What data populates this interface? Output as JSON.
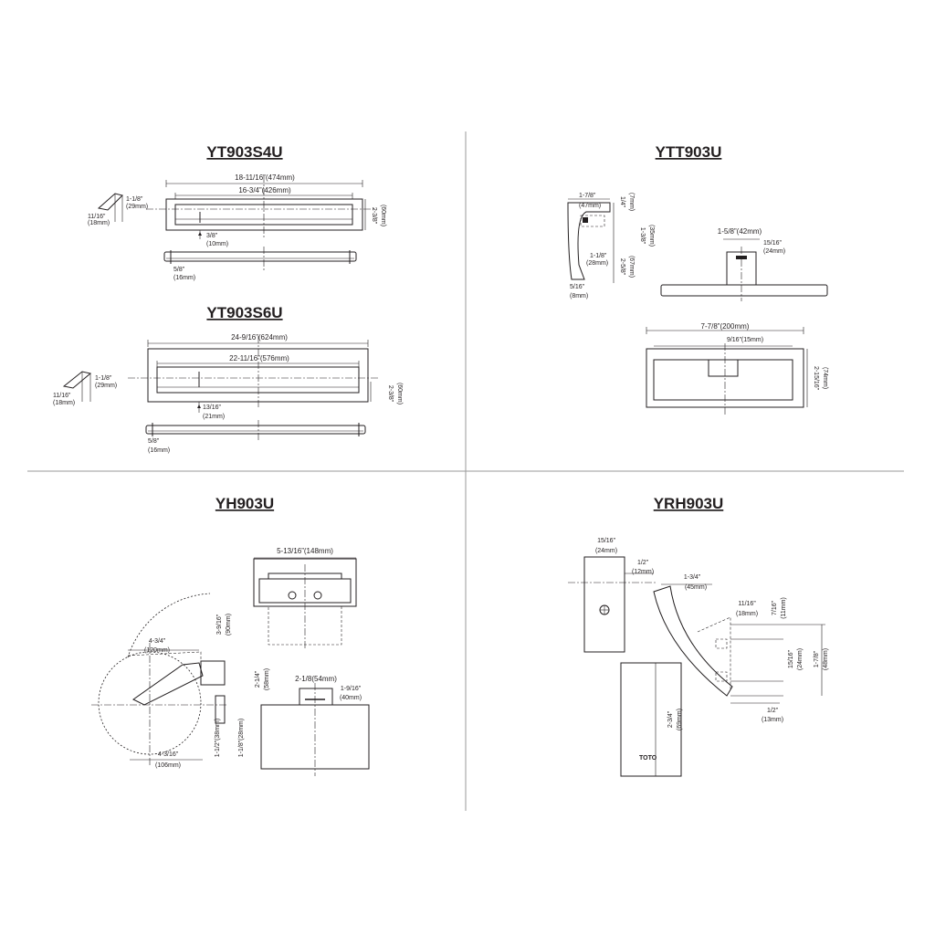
{
  "panels": {
    "yt903s4u": {
      "title": "YT903S4U",
      "overall": "18-11/16”(474mm)",
      "inner": "16-3/4”(426mm)",
      "height_in": "2-3/8”",
      "height_mm": "(60mm)",
      "offset_in": "3/8”",
      "offset_mm": "(10mm)",
      "side_in": "11/16”",
      "side_mm": "(18mm)",
      "lip_in": "1-1/8”",
      "lip_mm": "(29mm)",
      "bar_in": "5/8”",
      "bar_mm": "(16mm)"
    },
    "yt903s6u": {
      "title": "YT903S6U",
      "overall": "24-9/16”(624mm)",
      "inner": "22-11/16”(576mm)",
      "height_in": "2-3/8”",
      "height_mm": "(60mm)",
      "offset_in": "13/16”",
      "offset_mm": "(21mm)",
      "side_in": "11/16”",
      "side_mm": "(18mm)",
      "lip_in": "1-1/8”",
      "lip_mm": "(29mm)",
      "bar_in": "5/8”",
      "bar_mm": "(16mm)"
    },
    "ytt903u": {
      "title": "YTT903U",
      "width_in": "1-7/8”",
      "width_mm": "(47mm)",
      "top_in": "1/4”",
      "top_mm": "(7mm)",
      "mid_in": "1-3/8”",
      "mid_mm": "(35mm)",
      "post_in": "1-1/8”",
      "post_mm": "(28mm)",
      "depth_in": "2-5/8”",
      "depth_mm": "(67mm)",
      "base_in": "5/16”",
      "base_mm": "(8mm)",
      "flange": "1-5/8”(42mm)",
      "neck_in": "15/16”",
      "neck_mm": "(24mm)",
      "ring": "7-7/8”(200mm)",
      "ring_in": "9/16”(15mm)",
      "ring_h_in": "2-15/16”",
      "ring_h_mm": "(74mm)"
    },
    "yh903u": {
      "title": "YH903U",
      "top_width": "5-13/16”(148mm)",
      "arm_in": "4-3/4”",
      "arm_mm": "(120mm)",
      "rise_in": "3-9/16”",
      "rise_mm": "(90mm)",
      "drop_in": "2-1/4”",
      "drop_mm": "(58mm)",
      "base_in": "4-3/16”",
      "base_mm": "(106mm)",
      "low_a": "1-1/2”(38mm)",
      "low_b": "1-1/8”(28mm)",
      "back_width": "2-1/8(54mm)",
      "back_in": "1-9/16”",
      "back_mm": "(40mm)"
    },
    "yrh903u": {
      "title": "YRH903U",
      "front_in": "15/16”",
      "front_mm": "(24mm)",
      "side_in": "1/2”",
      "side_mm": "(12mm)",
      "hook_in": "1-3/4”",
      "hook_mm": "(45mm)",
      "tip_in": "11/16”",
      "tip_mm": "(18mm)",
      "top_in": "7/16”",
      "top_mm": "(11mm)",
      "mid_in": "15/16”",
      "mid_mm": "(24mm)",
      "total_in": "1-7/8”",
      "total_mm": "(48mm)",
      "low_in": "1/2”",
      "low_mm": "(13mm)",
      "plate_in": "2-3/4”",
      "plate_mm": "(69mm)",
      "logo": "TOTO"
    }
  }
}
